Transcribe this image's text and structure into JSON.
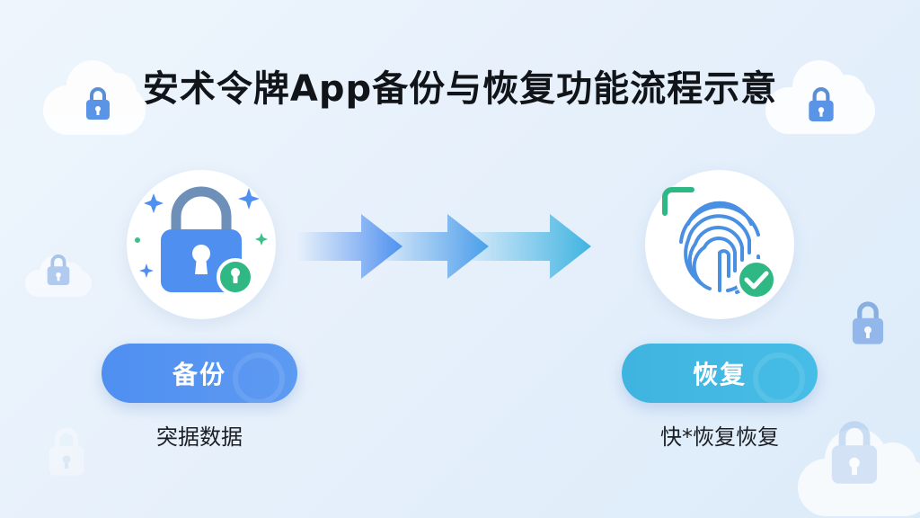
{
  "title": "安术令牌App备份与恢复功能流程示意",
  "backup": {
    "label": "备份",
    "caption": "突据数据",
    "icon": "padlock-keyhole-icon",
    "badge_icon": "small-lock-badge-icon"
  },
  "restore": {
    "label": "恢复",
    "caption": "快*恢复恢复",
    "icon": "fingerprint-icon",
    "badge_icon": "checkmark-badge-icon"
  },
  "flow": {
    "arrow_count": 3,
    "direction": "left-to-right"
  },
  "colors": {
    "backup_accent": "#4f8ff0",
    "restore_accent": "#3fb4e0",
    "badge_green": "#2fb884",
    "title_text": "#111418",
    "background": "#e6f0fb"
  }
}
